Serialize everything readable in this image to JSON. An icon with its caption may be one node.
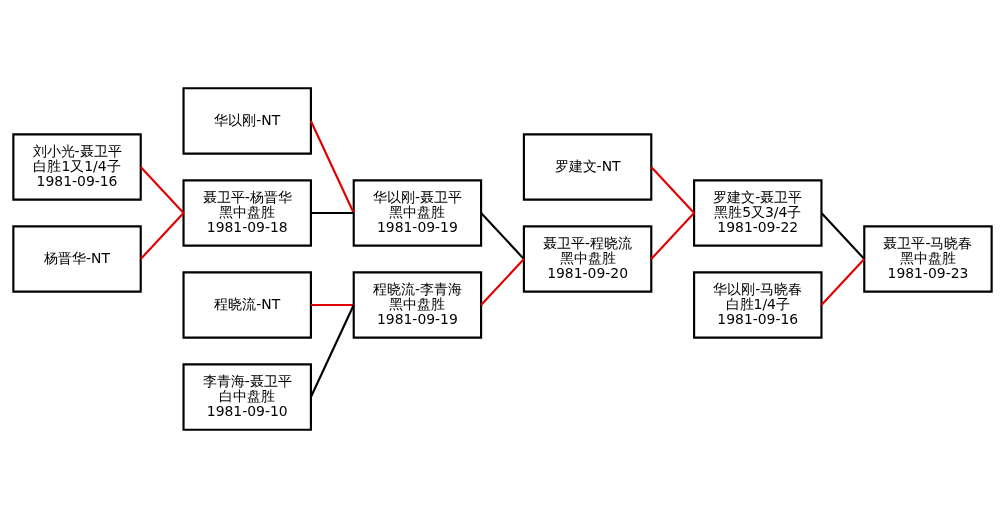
{
  "diagram": {
    "nodes": [
      {
        "text": [
          "刘小光-聂卫平",
          "白胜1又1/4子",
          "1981-09-16"
        ]
      },
      {
        "text": [
          "杨晋华-NT"
        ]
      },
      {
        "text": [
          "聂卫平-杨晋华",
          "黑中盘胜",
          "1981-09-18"
        ]
      },
      {
        "text": [
          "华以刚-NT"
        ]
      },
      {
        "text": [
          "华以刚-聂卫平",
          "黑中盘胜",
          "1981-09-19"
        ]
      },
      {
        "text": [
          "程晓流-NT"
        ]
      },
      {
        "text": [
          "李青海-聂卫平",
          "白中盘胜",
          "1981-09-10"
        ]
      },
      {
        "text": [
          "程晓流-李青海",
          "黑中盘胜",
          "1981-09-19"
        ]
      },
      {
        "text": [
          "聂卫平-程晓流",
          "黑中盘胜",
          "1981-09-20"
        ]
      },
      {
        "text": [
          "罗建文-NT"
        ]
      },
      {
        "text": [
          "罗建文-聂卫平",
          "黑胜5又3/4子",
          "1981-09-22"
        ]
      },
      {
        "text": [
          "聂卫平-马晓春",
          "黑中盘胜",
          "1981-09-23"
        ]
      },
      {
        "text": [
          "华以刚-马晓春",
          "白胜1/4子",
          "1981-09-16"
        ]
      }
    ],
    "edges": [
      {
        "from": 0,
        "to": 2,
        "arrow": "none"
      },
      {
        "from": 1,
        "to": 2,
        "arrow": "none"
      },
      {
        "from": 3,
        "to": 4,
        "arrow": "none"
      },
      {
        "from": 2,
        "to": 4,
        "arrow": "none",
        "color": "#000000"
      },
      {
        "from": 5,
        "to": 7,
        "arrow": "none"
      },
      {
        "from": 6,
        "to": 7,
        "arrow": "none",
        "color": "#000000"
      },
      {
        "from": 4,
        "to": 8,
        "arrow": "none",
        "color": "#000000"
      },
      {
        "from": 7,
        "to": 8,
        "arrow": "none"
      },
      {
        "from": 9,
        "to": 10,
        "arrow": "none"
      },
      {
        "from": 8,
        "to": 10,
        "arrow": "none"
      },
      {
        "from": 10,
        "to": 11,
        "arrow": "none",
        "color": "#000000"
      },
      {
        "from": 12,
        "to": 11,
        "arrow": "none"
      }
    ]
  }
}
